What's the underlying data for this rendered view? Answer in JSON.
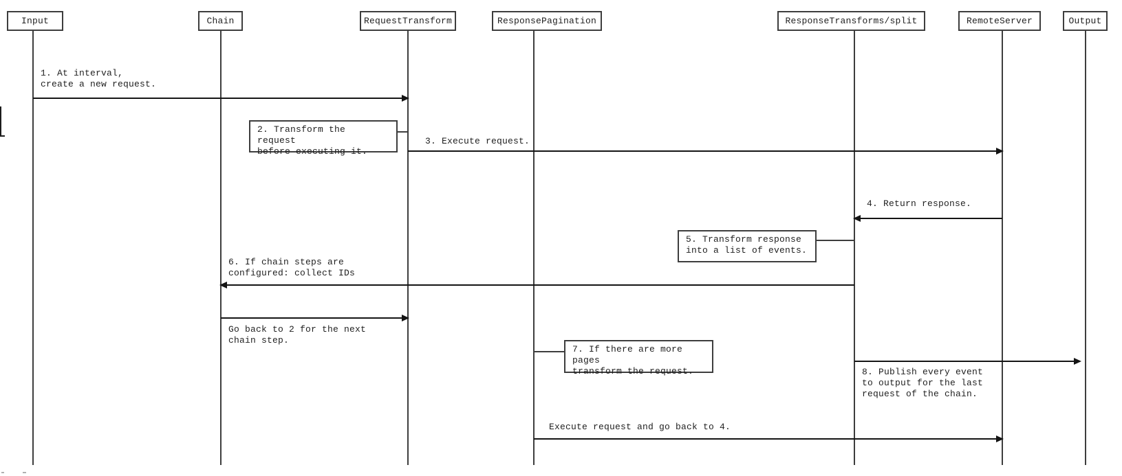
{
  "diagram": {
    "type": "sequence-diagram",
    "actors": [
      {
        "id": "input",
        "label": "Input"
      },
      {
        "id": "chain",
        "label": "Chain"
      },
      {
        "id": "request-transform",
        "label": "RequestTransform"
      },
      {
        "id": "response-pagination",
        "label": "ResponsePagination"
      },
      {
        "id": "response-transforms-split",
        "label": "ResponseTransforms/split"
      },
      {
        "id": "remote-server",
        "label": "RemoteServer"
      },
      {
        "id": "output",
        "label": "Output"
      }
    ],
    "messages": [
      {
        "step": "1",
        "kind": "arrow",
        "from": "Input",
        "to": "RequestTransform",
        "label": "1. At interval,\ncreate a new request."
      },
      {
        "step": "2",
        "kind": "note",
        "actor": "RequestTransform",
        "label": "2. Transform the request\nbefore executing it."
      },
      {
        "step": "3",
        "kind": "arrow",
        "from": "RequestTransform",
        "to": "RemoteServer",
        "label": "3. Execute request."
      },
      {
        "step": "4",
        "kind": "arrow",
        "from": "RemoteServer",
        "to": "ResponseTransforms/split",
        "label": "4. Return response."
      },
      {
        "step": "5",
        "kind": "note",
        "actor": "ResponseTransforms/split",
        "label": "5. Transform response\ninto a list of events."
      },
      {
        "step": "6",
        "kind": "arrow",
        "from": "ResponseTransforms/split",
        "to": "Chain",
        "label": "6. If chain steps are\nconfigured: collect IDs"
      },
      {
        "step": "",
        "kind": "arrow",
        "from": "Chain",
        "to": "RequestTransform",
        "label": "Go back to 2 for the next\nchain step."
      },
      {
        "step": "7",
        "kind": "note",
        "actor": "ResponsePagination",
        "label": "7. If there are more pages\ntransform the request."
      },
      {
        "step": "8",
        "kind": "arrow",
        "from": "ResponseTransforms/split",
        "to": "Output",
        "label": "8. Publish every event\nto output for the last\nrequest of the chain."
      },
      {
        "step": "",
        "kind": "arrow",
        "from": "ResponsePagination",
        "to": "RemoteServer",
        "label": "Execute request and go back to 4."
      }
    ],
    "colors": {
      "background": "#ffffff",
      "line": "#3d3d3d",
      "arrow": "#141414",
      "text": "#1f1f1f",
      "artifact": "#b0b0b0"
    }
  }
}
